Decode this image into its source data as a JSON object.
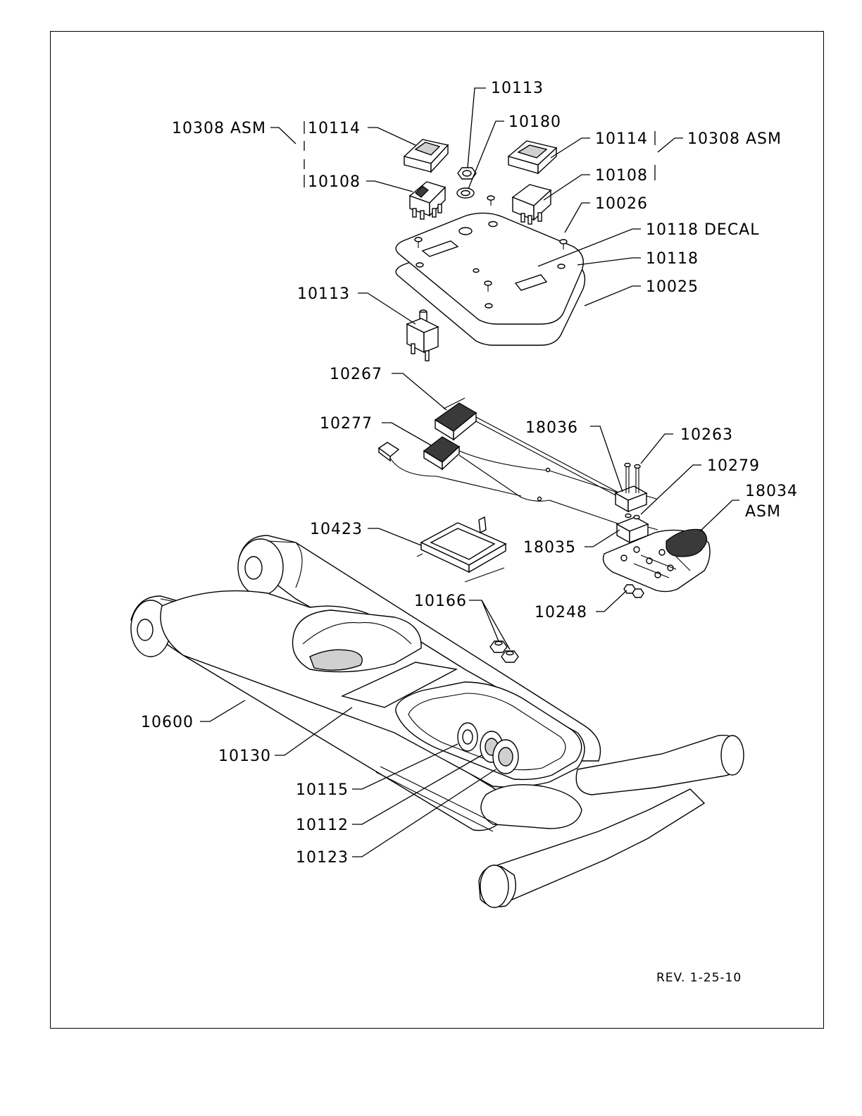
{
  "labels": {
    "l10113_top": "10113",
    "l10180": "10180",
    "l10308_left": "10308 ASM",
    "l10114_left": "10114",
    "l10108_left": "10108",
    "l10114_right": "10114",
    "l10308_right": "10308 ASM",
    "l10108_right": "10108",
    "l10026": "10026",
    "l10118_decal": "10118 DECAL",
    "l10118": "10118",
    "l10025": "10025",
    "l10113_mid": "10113",
    "l10267": "10267",
    "l10277": "10277",
    "l18036": "18036",
    "l10263": "10263",
    "l10279": "10279",
    "l18034": "18034",
    "l18034_asm": "ASM",
    "l10423": "10423",
    "l18035": "18035",
    "l10166": "10166",
    "l10248": "10248",
    "l10600": "10600",
    "l10130": "10130",
    "l10115": "10115",
    "l10112": "10112",
    "l10123": "10123"
  },
  "revision": "REV. 1-25-10"
}
